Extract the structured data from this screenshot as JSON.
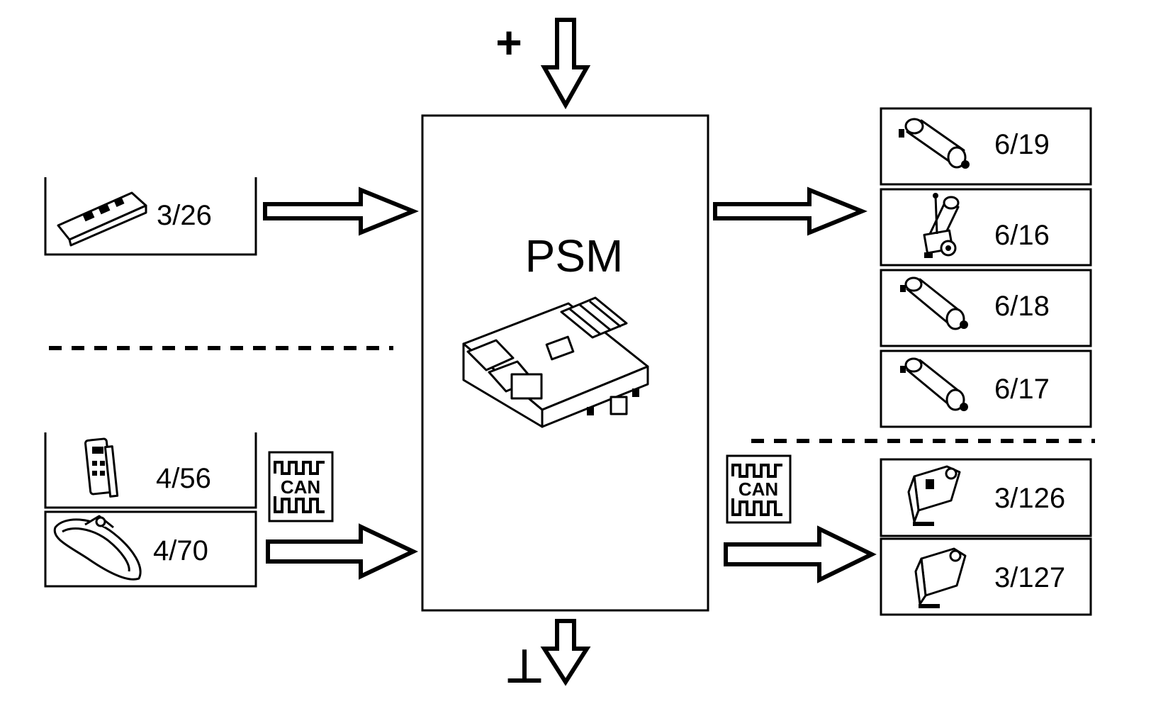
{
  "module": {
    "title": "PSM"
  },
  "power": {
    "plus_symbol": "+",
    "ground_symbol": "⊥"
  },
  "inputs": [
    {
      "id": "3-26",
      "label": "3/26",
      "icon": "switch-block-icon"
    },
    {
      "id": "4-56",
      "label": "4/56",
      "icon": "remote-key-icon"
    },
    {
      "id": "4-70",
      "label": "4/70",
      "icon": "rear-view-mirror-icon"
    }
  ],
  "outputs": [
    {
      "id": "6-19",
      "label": "6/19",
      "icon": "motor-icon"
    },
    {
      "id": "6-16",
      "label": "6/16",
      "icon": "motor-with-sensor-icon"
    },
    {
      "id": "6-18",
      "label": "6/18",
      "icon": "motor-icon"
    },
    {
      "id": "6-17",
      "label": "6/17",
      "icon": "motor-icon"
    },
    {
      "id": "3-126",
      "label": "3/126",
      "icon": "switch-module-icon"
    },
    {
      "id": "3-127",
      "label": "3/127",
      "icon": "switch-module-icon"
    }
  ],
  "bus": {
    "left_label": "CAN",
    "right_label": "CAN"
  }
}
